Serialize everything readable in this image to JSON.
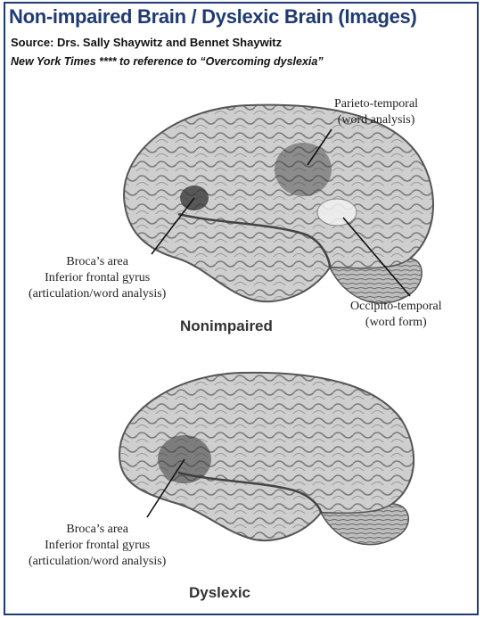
{
  "header": {
    "title": "Non-impaired Brain / Dyslexic Brain (Images)",
    "source": "Source: Drs. Sally Shaywitz and Bennet Shaywitz",
    "reference": "New York Times **** to reference to “Overcoming dyslexia”"
  },
  "nonimpaired": {
    "caption": "Nonimpaired",
    "parieto_temporal": [
      "Parieto-temporal",
      "(word analysis)"
    ],
    "broca": [
      "Broca’s area",
      "Inferior frontal gyrus",
      "(articulation/word analysis)"
    ],
    "occipito_temporal": [
      "Occipito-temporal",
      "(word form)"
    ]
  },
  "dyslexic": {
    "caption": "Dyslexic",
    "broca": [
      "Broca’s area",
      "Inferior frontal gyrus",
      "(articulation/word analysis)"
    ]
  },
  "colors": {
    "title": "#1f3b73",
    "frame": "#1f3b73",
    "brain_fill": "#c9c9c9",
    "brain_stroke": "#555555",
    "region_dark": "#3a3a3a",
    "region_light": "#eeeeee"
  }
}
